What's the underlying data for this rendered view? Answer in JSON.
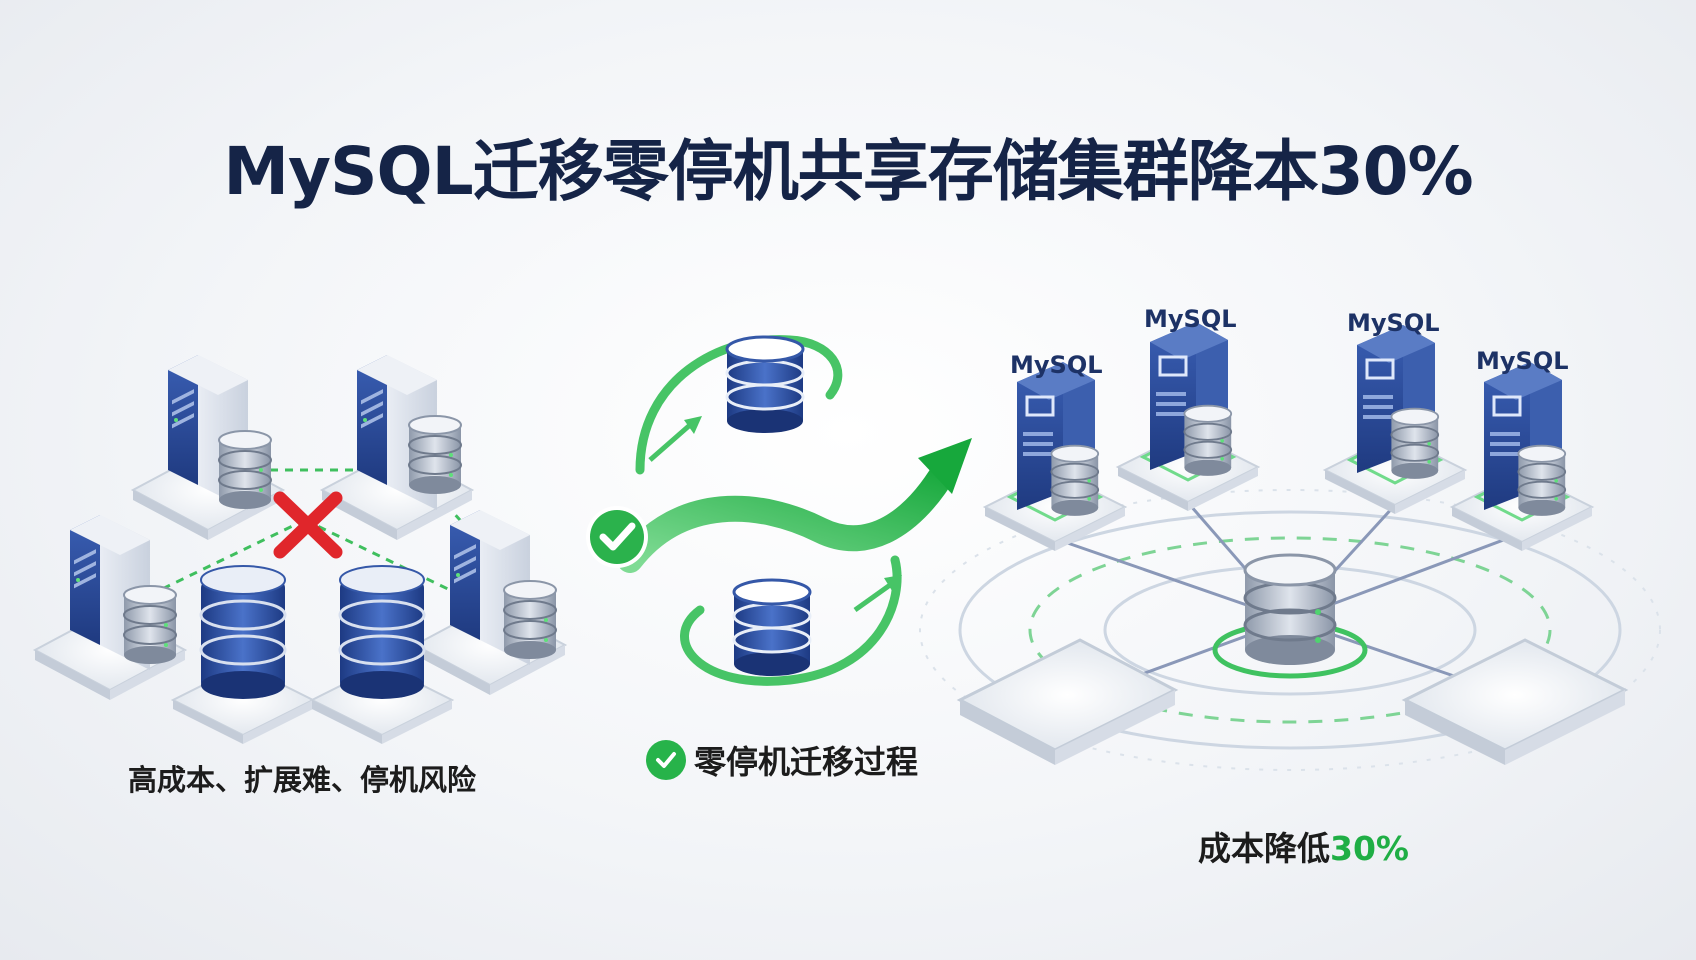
{
  "title": "MySQL迁移零停机共享存储集群降本30%",
  "left_panel": {
    "caption": "高成本、扩展难、停机风险"
  },
  "middle_panel": {
    "caption": "零停机迁移过程"
  },
  "right_panel": {
    "caption_prefix": "成本降低",
    "caption_value": "30%",
    "node_labels": [
      "MySQL",
      "MySQL",
      "MySQL",
      "MySQL"
    ]
  },
  "colors": {
    "title": "#152447",
    "accent_green": "#1fae45",
    "server_blue": "#2b4d9a",
    "error_red": "#e0262b"
  }
}
